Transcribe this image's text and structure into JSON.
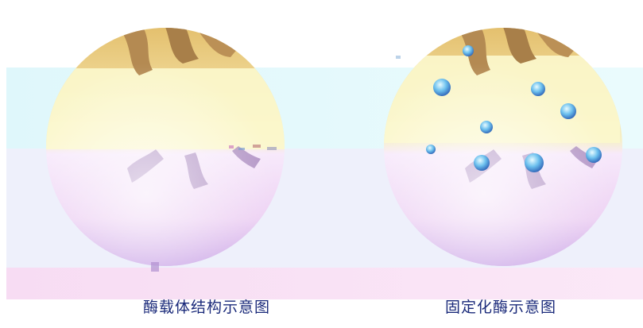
{
  "figure": {
    "left_panel": {
      "caption": "酶载体结构示意图",
      "enzymes": 0
    },
    "right_panel": {
      "caption": "固定化酶示意图",
      "enzymes": 9
    }
  },
  "colors": {
    "background": "#ffffff",
    "carrier_top": "#e9c97a",
    "carrier_bottom": "#f3dcf6",
    "pore": "#b48a52",
    "enzyme": "#5aa8e8",
    "caption": "#1a2a7a"
  }
}
